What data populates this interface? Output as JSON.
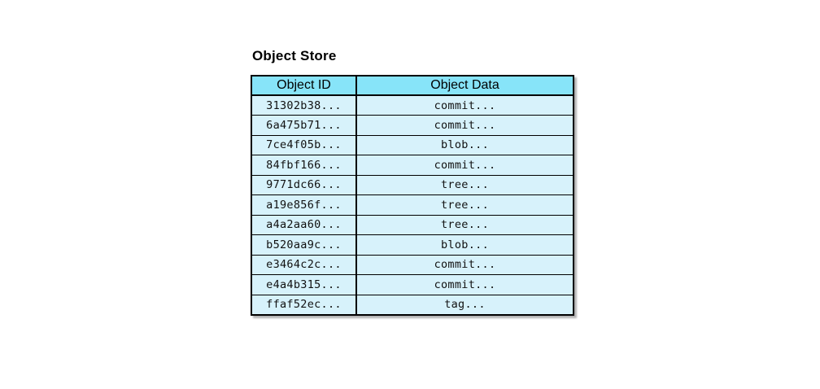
{
  "diagram": {
    "title": "Object Store",
    "table": {
      "columns": [
        "Object ID",
        "Object Data"
      ],
      "rows": [
        {
          "id": "31302b38...",
          "data": "commit..."
        },
        {
          "id": "6a475b71...",
          "data": "commit..."
        },
        {
          "id": "7ce4f05b...",
          "data": "blob..."
        },
        {
          "id": "84fbf166...",
          "data": "commit..."
        },
        {
          "id": "9771dc66...",
          "data": "tree..."
        },
        {
          "id": "a19e856f...",
          "data": "tree..."
        },
        {
          "id": "a4a2aa60...",
          "data": "tree..."
        },
        {
          "id": "b520aa9c...",
          "data": "blob..."
        },
        {
          "id": "e3464c2c...",
          "data": "commit..."
        },
        {
          "id": "e4a4b315...",
          "data": "commit..."
        },
        {
          "id": "ffaf52ec...",
          "data": "tag..."
        }
      ]
    },
    "colors": {
      "header_bg": "#87e4f9",
      "row_bg": "#d7f2fb",
      "border": "#000000",
      "text": "#111111",
      "page_bg": "#ffffff"
    }
  }
}
